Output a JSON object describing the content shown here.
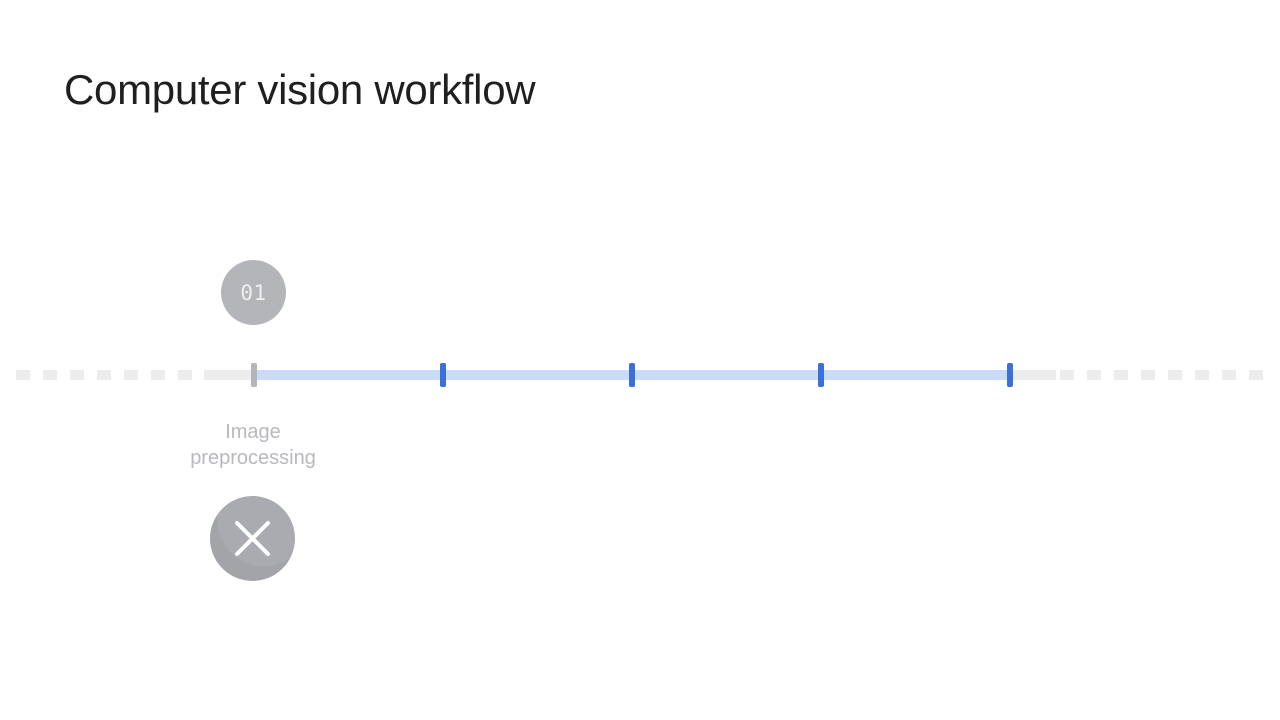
{
  "slide": {
    "title": "Computer vision workflow"
  },
  "workflow": {
    "steps": [
      {
        "number": "01",
        "label_line1": "Image",
        "label_line2": "preprocessing",
        "status_icon": "x-icon"
      }
    ],
    "tick_count": 5
  },
  "colors": {
    "active_track": "#c9dbf6",
    "tick_blue": "#3a6fdc",
    "tick_gray": "#b3b5b9",
    "inactive_track": "#ececec",
    "badge_gray": "#b3b5b9",
    "status_icon": "#a9abb0"
  }
}
